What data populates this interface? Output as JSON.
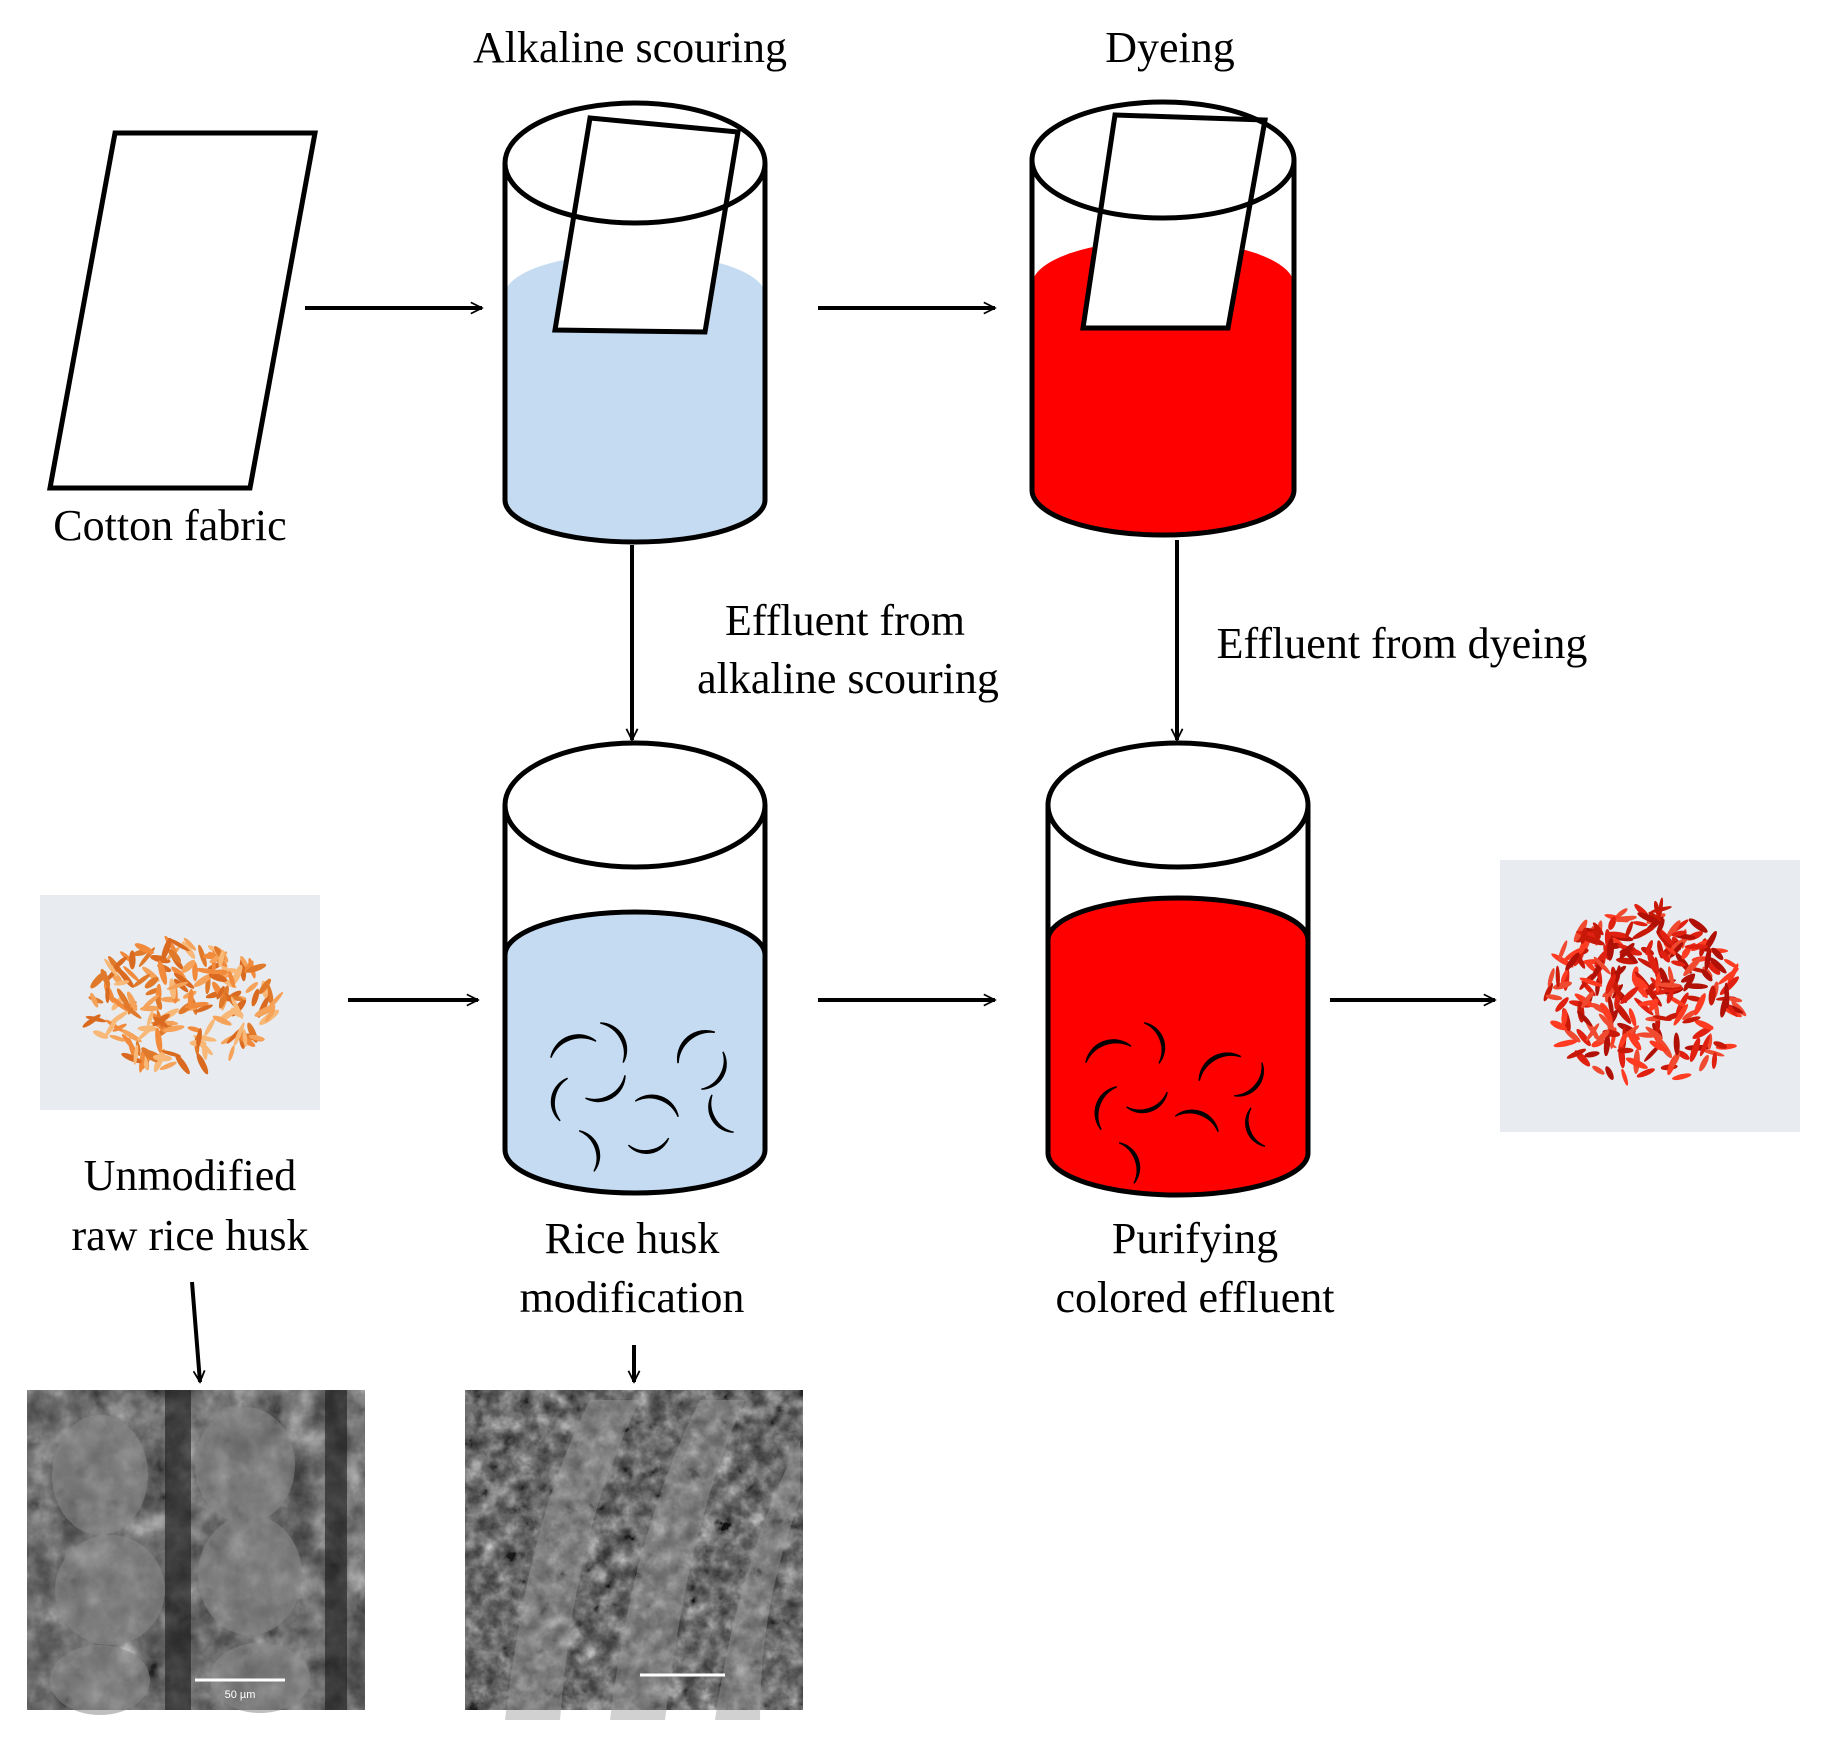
{
  "labels": {
    "cotton_fabric": "Cotton fabric",
    "alkaline_scouring": "Alkaline  scouring",
    "dyeing": "Dyeing",
    "effluent_scouring_1": "Effluent  from",
    "effluent_scouring_2": "alkaline  scouring",
    "effluent_dyeing": "Effluent  from dyeing",
    "unmodified_1": "Unmodified",
    "unmodified_2": "raw rice husk",
    "modification_1": "Rice husk",
    "modification_2": "modification",
    "purifying_1": "Purifying",
    "purifying_2": "colored effluent"
  },
  "sem": {
    "scale_raw": "50 µm"
  },
  "colors": {
    "scouring_liquid": "#c5dbf1",
    "dye_liquid": "#ff0000",
    "raw_husk": "#f28a3c",
    "dyed_husk": "#e02010",
    "photo_bg": "#e8ecf0",
    "sem_bg": "#3a3a3a"
  }
}
